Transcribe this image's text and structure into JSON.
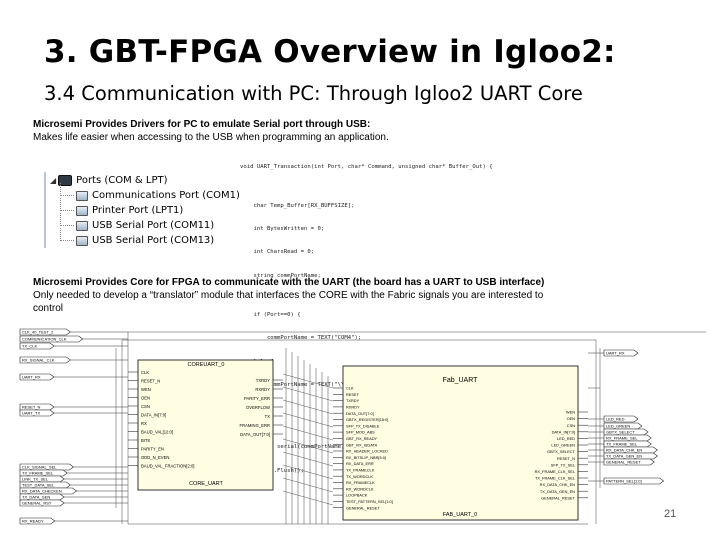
{
  "slide": {
    "title": "3. GBT-FPGA Overview in Igloo2:",
    "subtitle": "3.4 Communication with PC: Through Igloo2 UART Core",
    "page_number": "21"
  },
  "block1": {
    "heading": "Microsemi Provides Drivers for PC to emulate Serial port through USB:",
    "line": "Makes life easier when accessing to the USB when programming an application."
  },
  "block2": {
    "heading": "Microsemi Provides Core for FPGA to communicate with the UART (the board has a UART to USB interface)",
    "line": "Only needed to develop a “translator” module that interfaces the CORE with the Fabric signals you are interested to control"
  },
  "device_manager": {
    "items": [
      "Ports (COM & LPT)",
      "Communications Port (COM1)",
      "Printer Port (LPT1)",
      "USB Serial Port (COM11)",
      "USB Serial Port (COM13)"
    ]
  },
  "code": {
    "lines": [
      "void UART_Transaction(int Port, char* Command, unsigned char* Buffer_Out) {",
      "",
      "    char Temp_Buffer[RX_BUFFSIZE];",
      "    int BytesWritten = 0;",
      "    int CharsRead = 0;",
      "    string commPortName;",
      "",
      "    if (Port==0) {",
      "        commPortName = TEXT(\"COM4\");",
      "    }else{",
      "        commPortName = TEXT(\"\\\\\\\\.\\\\COM14\");",
      "    }",
      "",
      "    Serial serial(commPortName,9600);",
      "    Serial.Flush();"
    ]
  },
  "schematic": {
    "core_uart": {
      "header": "COREUART_0",
      "footer": "CORE_UART",
      "left_pins": [
        "CLK",
        "RESET_N",
        "WEN",
        "OEN",
        "CSN",
        "DATA_IN[7:0]",
        "RX",
        "BAUD_VAL[12:0]",
        "BIT8",
        "PARITY_EN",
        "ODD_N_EVEN",
        "BAUD_VAL_FRACTION[2:0]"
      ],
      "right_pins": [
        "TXRDY",
        "RXRDY",
        "PARITY_ERR",
        "OVERFLOW",
        "TX",
        "FRAMING_ERR",
        "DATA_OUT[7:0]"
      ]
    },
    "fab_uart": {
      "header": "Fab_UART",
      "footer": "FAB_UART_0",
      "left_pins": [
        "CLK",
        "RESET",
        "TXRDY",
        "RXRDY",
        "DATA_OUT[7:0]",
        "GBTX_REGISTER[15:0]",
        "SFP_TX_DISABLE",
        "SFP_MOD_ABS",
        "GBT_RX_READY",
        "GBT_RX_ISDATA",
        "RX_HEADER_LOCKED",
        "RX_BITSLIP_NBR[5:0]",
        "RX_DATA_ERR",
        "TX_FRAMECLK",
        "TX_WORDCLK",
        "RX_FRAMECLK",
        "RX_WORDCLK",
        "LOOPBACK",
        "TEST_PATTERN_SEL[1:0]",
        "GENERAL_RESET"
      ],
      "right_pins": [
        "WEN",
        "OEN",
        "CSN",
        "DATA_IN[7:0]",
        "LED_RED",
        "LED_GREEN",
        "GBTX_SELECT",
        "RESET_N",
        "SFP_TX_SEL",
        "RX_FRAME_CLK_SEL",
        "TX_FRAME_CLK_SEL",
        "RX_DATA_CHK_EN",
        "TX_DATA_GEN_EN",
        "GENERAL_RESET"
      ]
    },
    "left_ports": [
      "CLK_40_TEST_2",
      "COMMUNICATION_CLK",
      "TX_CLK",
      "RX_SIGNAL_CLK",
      "UART_RX",
      "RESET_N",
      "UART_TX",
      "CLK_SIGNAL_SEL",
      "TX_FRAME_SEL",
      "LINK_TX_SEL",
      "TEST_DATA_SEL",
      "RX_DATA_CHECKEN",
      "TX_DATA_GEN",
      "GENERAL_RST",
      "RX_READY"
    ],
    "right_ports": [
      "UART_RX",
      "LED_RED",
      "LED_GREEN",
      "GBTX_SELECT",
      "RX_FRAME_SEL",
      "TX_FRAME_SEL",
      "RX_DATA_CHK_EN",
      "TX_DATA_GEN_EN",
      "GENERAL_RESET",
      "PATTERN_SEL[1:0]"
    ]
  }
}
